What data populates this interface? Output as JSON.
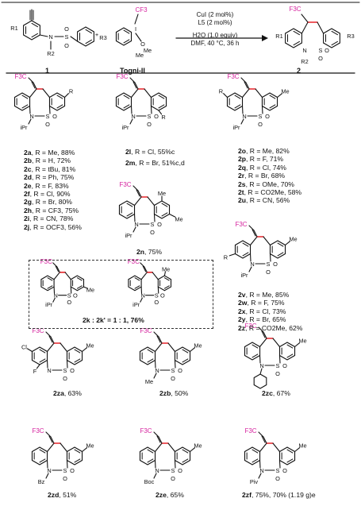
{
  "reaction": {
    "reagent_label": "Togni-II",
    "reactant_number": "1",
    "product_number": "2",
    "conditions": [
      "CuI (2 mol%)",
      "L5 (2 mol%)",
      "H2O (1.0 equiv)",
      "DMF, 40 °C, 36 h"
    ],
    "atom_labels": {
      "cf3": "CF3",
      "f3c": "F3C",
      "r1": "R1",
      "r2": "R2",
      "r3": "R3",
      "n": "N",
      "s": "S",
      "o": "O",
      "i": "I",
      "me": "Me"
    }
  },
  "colors": {
    "cf3": "#d6239f",
    "new_bond": "#e8242a",
    "line": "#111111"
  },
  "groups": [
    {
      "id": "col1",
      "structure_sub": [
        "R",
        "iPr"
      ],
      "entries": [
        {
          "id": "2a",
          "text": ", R = Me, 88%"
        },
        {
          "id": "2b",
          "text": ", R = H, 72%"
        },
        {
          "id": "2c",
          "text": ", R = tBu, 81%"
        },
        {
          "id": "2d",
          "text": ", R = Ph, 75%"
        },
        {
          "id": "2e",
          "text": ", R = F, 83%"
        },
        {
          "id": "2f",
          "text": ", R = Cl, 90%"
        },
        {
          "id": "2g",
          "text": ", R = Br, 80%"
        },
        {
          "id": "2h",
          "text": ", R = CF3, 75%"
        },
        {
          "id": "2i",
          "text": ", R = CN, 78%"
        },
        {
          "id": "2j",
          "text": ", R = OCF3, 56%"
        }
      ]
    },
    {
      "id": "col2",
      "structure_sub": [
        "R",
        "iPr"
      ],
      "entries": [
        {
          "id": "2l",
          "text": ", R = Cl, 55%c"
        },
        {
          "id": "2m",
          "text": ", R = Br, 51%c,d"
        }
      ]
    },
    {
      "id": "col3",
      "structure_sub": [
        "R",
        "Me",
        "iPr"
      ],
      "entries": [
        {
          "id": "2o",
          "text": ", R = Me, 82%"
        },
        {
          "id": "2p",
          "text": ", R = F, 71%"
        },
        {
          "id": "2q",
          "text": ", R = Cl, 74%"
        },
        {
          "id": "2r",
          "text": ", R = Br, 68%"
        },
        {
          "id": "2s",
          "text": ", R = OMe, 70%"
        },
        {
          "id": "2t",
          "text": ", R = CO2Me, 58%"
        },
        {
          "id": "2u",
          "text": ", R = CN, 56%"
        }
      ]
    },
    {
      "id": "2n",
      "structure_sub": [
        "Me",
        "Me",
        "iPr"
      ],
      "entries": [
        {
          "id": "2n",
          "text": ", 75%"
        }
      ]
    },
    {
      "id": "col5",
      "structure_sub": [
        "R",
        "Me",
        "iPr"
      ],
      "entries": [
        {
          "id": "2v",
          "text": ", R = Me, 85%"
        },
        {
          "id": "2w",
          "text": ", R = F, 75%"
        },
        {
          "id": "2x",
          "text": ", R = Cl, 73%"
        },
        {
          "id": "2y",
          "text": ", R = Br, 65%"
        },
        {
          "id": "2z",
          "text": ", R = CO2Me, 62%"
        }
      ]
    },
    {
      "id": "2k",
      "ratio_text": "2k : 2k' = 1 : 1, 76%",
      "structure_sub": [
        "Me",
        "Me",
        "iPr",
        "iPr"
      ]
    },
    {
      "id": "2za",
      "text": ", 63%",
      "structure_sub": [
        "Cl",
        "F",
        "Me"
      ]
    },
    {
      "id": "2zb",
      "text": ", 50%",
      "structure_sub": [
        "Me",
        "Me"
      ]
    },
    {
      "id": "2zc",
      "text": ", 67%",
      "structure_sub": [
        "Me"
      ]
    },
    {
      "id": "2zd",
      "text": ", 51%",
      "structure_sub": [
        "Bz",
        "Me"
      ]
    },
    {
      "id": "2ze",
      "text": ", 65%",
      "structure_sub": [
        "Boc",
        "Me"
      ]
    },
    {
      "id": "2zf",
      "text": ", 75%, 70% (1.19 g)e",
      "structure_sub": [
        "Piv",
        "Me"
      ]
    }
  ]
}
